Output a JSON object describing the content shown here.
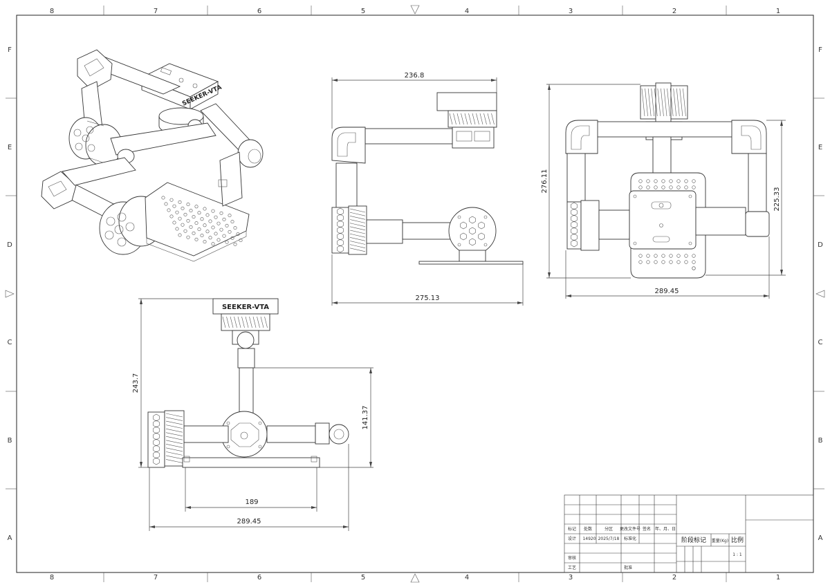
{
  "border": {
    "columns_top": [
      "8",
      "7",
      "6",
      "5",
      "4",
      "3",
      "2",
      "1"
    ],
    "columns_bottom": [
      "8",
      "7",
      "6",
      "5",
      "4",
      "3",
      "2",
      "1"
    ],
    "rows_left": [
      "F",
      "E",
      "D",
      "C",
      "B",
      "A"
    ],
    "rows_right": [
      "F",
      "E",
      "D",
      "C",
      "B",
      "A"
    ]
  },
  "views": {
    "iso_brand": "SEEKER-VTA",
    "top_brand": "SEEKER-VTA",
    "side": {
      "dim_top": "236.8",
      "dim_bottom": "275.13"
    },
    "front": {
      "dim_height": "276.11",
      "dim_inner": "225.33",
      "dim_width": "289.45"
    },
    "top": {
      "dim_height": "243.7",
      "dim_inner_h": "141.37",
      "dim_inner_w": "189",
      "dim_width": "289.45"
    }
  },
  "title_block": {
    "labels": {
      "mark": "标记",
      "count": "处数",
      "zone": "分区",
      "change_doc": "更改文件号",
      "sign": "签名",
      "date": "年、月、日",
      "design": "设计",
      "review": "审核",
      "process": "工艺",
      "approve": "批准",
      "stage_mark": "阶段标记",
      "weight": "重量(Kg)",
      "scale": "比例"
    },
    "values": {
      "designer": "14920",
      "design_date": "2025/7/18",
      "standardization": "标准化",
      "scale_value": "1 : 1"
    }
  }
}
